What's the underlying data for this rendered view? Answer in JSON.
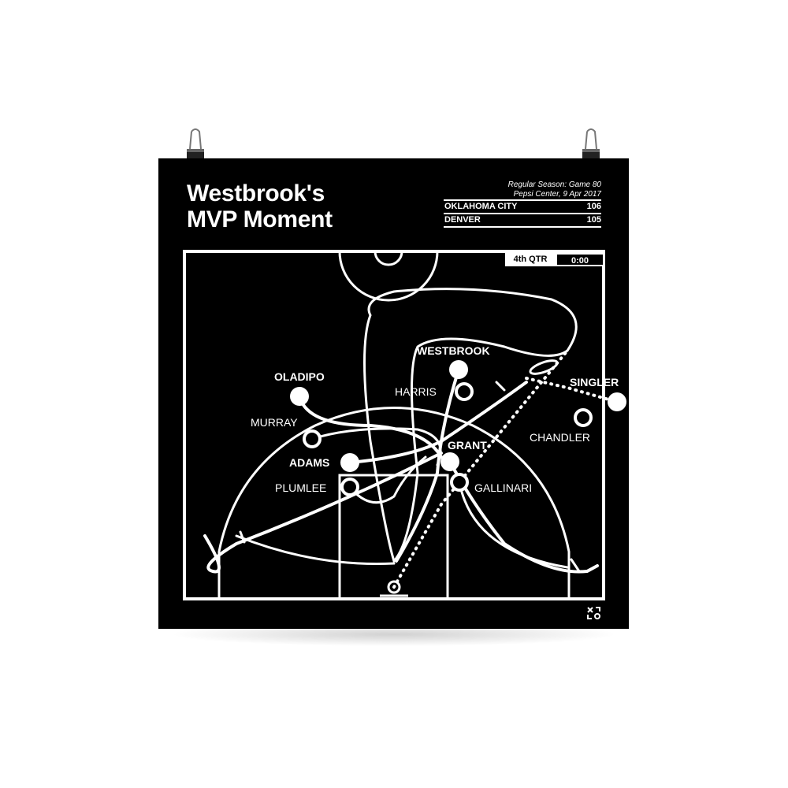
{
  "title": {
    "line1": "Westbrook's",
    "line2": "MVP Moment"
  },
  "game": {
    "season": "Regular Season: Game 80",
    "venue_date": "Pepsi Center, 9 Apr 2017"
  },
  "score": [
    {
      "team": "OKLAHOMA CITY",
      "points": "106"
    },
    {
      "team": "DENVER",
      "points": "105"
    }
  ],
  "clock": {
    "quarter": "4th QTR",
    "time": "0:00"
  },
  "players": {
    "offense": [
      "OLADIPO",
      "WESTBROOK",
      "ADAMS",
      "GRANT",
      "SINGLER"
    ],
    "defense": [
      "HARRIS",
      "MURRAY",
      "PLUMLEE",
      "GALLINARI",
      "CHANDLER"
    ]
  },
  "colors": {
    "background": "#000000",
    "ink": "#ffffff"
  }
}
